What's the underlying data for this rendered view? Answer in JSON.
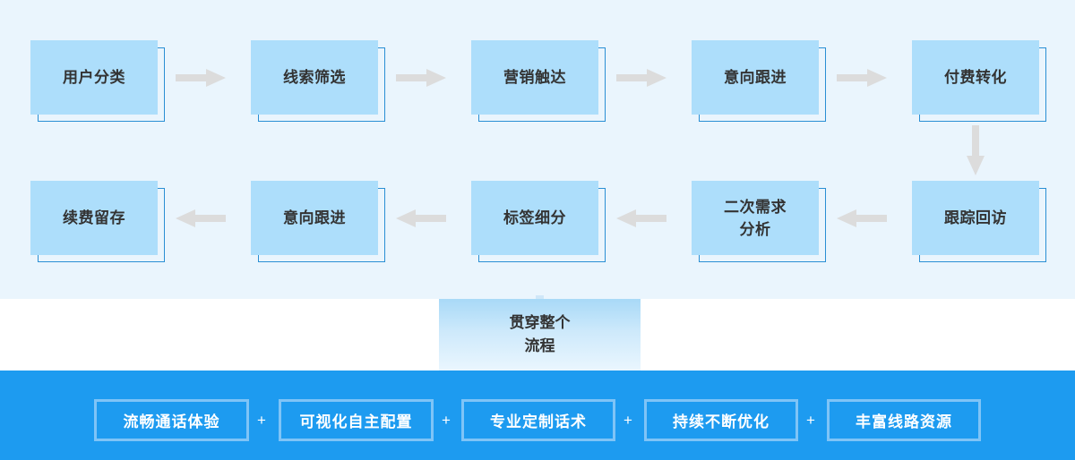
{
  "colors": {
    "band_light": "#eaf5fd",
    "band_blue": "#1d9bf0",
    "box_fill": "#addefb",
    "box_outline": "#2a8fd4",
    "arrow": "#dcdcdc",
    "chip_border": "#7fc4f7",
    "text_dark": "#333333",
    "text_light": "#ffffff"
  },
  "flow": {
    "row1": [
      {
        "label": "用户分类"
      },
      {
        "label": "线索筛选"
      },
      {
        "label": "营销触达"
      },
      {
        "label": "意向跟进"
      },
      {
        "label": "付费转化"
      }
    ],
    "row2": [
      {
        "label": "续费留存"
      },
      {
        "label": "意向跟进"
      },
      {
        "label": "标签细分"
      },
      {
        "label": "二次需求\n分析"
      },
      {
        "label": "跟踪回访"
      }
    ],
    "arrows": {
      "row1_direction": "right",
      "row2_direction": "left",
      "connector_direction": "down"
    }
  },
  "center_badge": {
    "label": "贯穿整个\n流程"
  },
  "features": {
    "separator": "+",
    "items": [
      {
        "label": "流畅通话体验"
      },
      {
        "label": "可视化自主配置"
      },
      {
        "label": "专业定制话术"
      },
      {
        "label": "持续不断优化"
      },
      {
        "label": "丰富线路资源"
      }
    ]
  }
}
